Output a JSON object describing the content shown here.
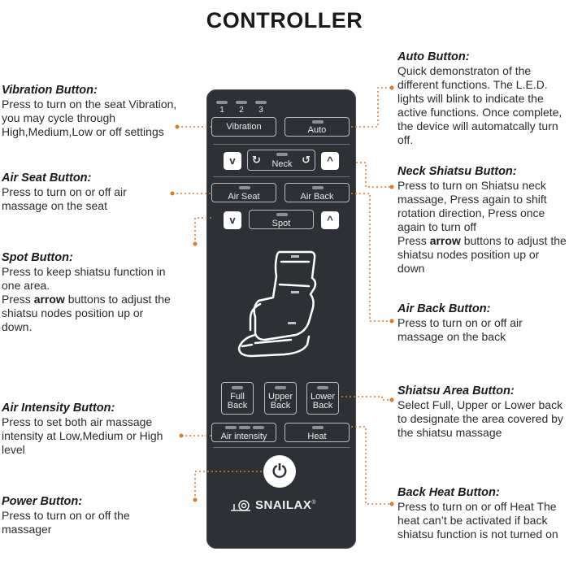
{
  "title": "CONTROLLER",
  "callouts": {
    "vibration": {
      "title": "Vibration Button:",
      "desc": "Press to turn on the seat Vibration, you may cycle through High,Medium,Low or off settings"
    },
    "air_seat": {
      "title": "Air Seat Button:",
      "desc": "Press to turn on or off air massage on the seat"
    },
    "spot": {
      "title": "Spot Button:",
      "desc_1": "Press to keep shiatsu function in one area.",
      "desc_2a": "Press ",
      "desc_2b": "arrow",
      "desc_2c": " buttons to adjust the shiatsu nodes position up or down."
    },
    "air_intensity": {
      "title": "Air Intensity Button:",
      "desc": "Press to set both air massage intensity at Low,Medium or High level"
    },
    "power": {
      "title": "Power Button:",
      "desc": "Press to turn on or off the massager"
    },
    "auto": {
      "title": "Auto Button:",
      "desc": "Quick demonstraton of the different functions. The L.E.D. lights will blink to indicate the active functions. Once complete, the device will automatcally turn off."
    },
    "neck": {
      "title": "Neck Shiatsu Button:",
      "desc_1": "Press to turn on Shiatsu neck massage, Press again to shift rotation direction, Press once again to turn off",
      "desc_2a": "Press ",
      "desc_2b": "arrow",
      "desc_2c": " buttons to adjust the shiatsu nodes position up or down"
    },
    "air_back": {
      "title": "Air Back Button:",
      "desc": "Press to turn on or off air massage on the back"
    },
    "shiatsu_area": {
      "title": "Shiatsu Area Button:",
      "desc": "Select Full, Upper or Lower back to designate the area covered by the shiatsu massage"
    },
    "back_heat": {
      "title": "Back Heat Button:",
      "desc": "Press to turn on or off Heat The heat can’t be activated if back shiatsu function is not turned on"
    }
  },
  "remote": {
    "level_labels": [
      "1",
      "2",
      "3"
    ],
    "vibration": "Vibration",
    "auto": "Auto",
    "neck": "Neck",
    "air_seat": "Air Seat",
    "air_back": "Air Back",
    "spot": "Spot",
    "full_1": "Full",
    "full_2": "Back",
    "upper_1": "Upper",
    "upper_2": "Back",
    "lower_1": "Lower",
    "lower_2": "Back",
    "air_intensity": "Air intensity",
    "heat": "Heat",
    "brand": "SNAILAX",
    "brand_mark": "®"
  },
  "colors": {
    "remote": "#2d3136",
    "leader": "#e07b28",
    "text": "#2b2b2b"
  },
  "icons": {
    "arrow_down": "chevron-down-icon",
    "arrow_up": "chevron-up-icon",
    "rotate": "rotate-icon",
    "power": "power-icon",
    "seat": "massage-chair-icon",
    "logo": "snail-logo-icon"
  }
}
